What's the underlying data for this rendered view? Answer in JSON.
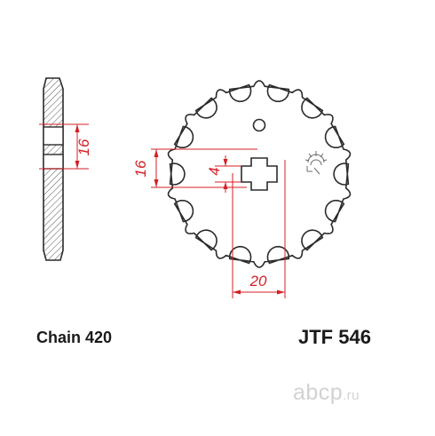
{
  "colors": {
    "outline": "#2b2b2b",
    "hatch": "#555555",
    "dimension": "#d41f26",
    "watermark": "#d2d2d2"
  },
  "dimensions": {
    "side_width": "16",
    "bolt_circle": "16",
    "keyway": "4",
    "bore": "20"
  },
  "sprocket": {
    "teeth": 14
  },
  "labels": {
    "chain": "Chain 420",
    "part_number": "JTF 546"
  },
  "watermark": {
    "name": "abcp",
    "dot": ".",
    "tld": "ru"
  }
}
